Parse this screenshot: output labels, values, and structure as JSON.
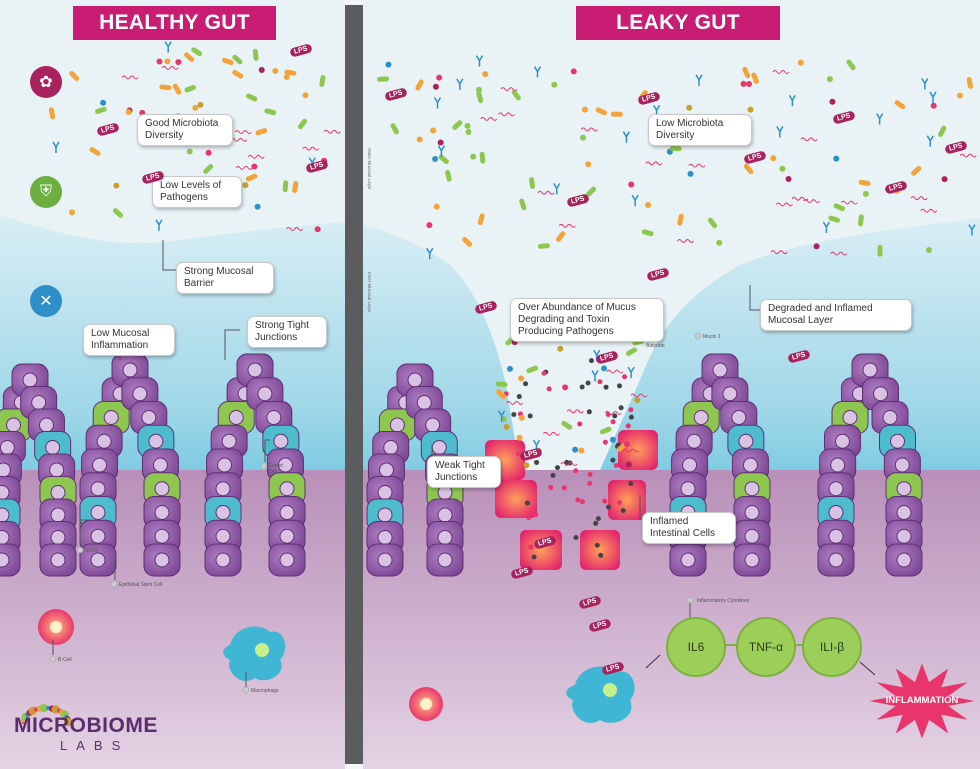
{
  "healthy": {
    "title": "HEALTHY GUT",
    "callouts": {
      "diversity": "Good Microbiota Diversity",
      "pathogens": "Low Levels of Pathogens",
      "barrier": "Strong Mucosal Barrier",
      "inflammation": "Low Mucosal Inflammation",
      "junctions": "Strong Tight Junctions"
    },
    "small_labels": {
      "goblet": "Goblet Cell",
      "scfa": "SCFA",
      "stem": "Epithelial Stem Cell",
      "bcell": "B-Cell",
      "macrophage": "Macrophage"
    },
    "icons": [
      "microbiome-icon",
      "shield-icon",
      "repair-tools-icon"
    ],
    "colors": {
      "icon1": "#a8235e",
      "icon2": "#6cae3f",
      "icon3": "#2e8fc9"
    }
  },
  "leaky": {
    "title": "LEAKY GUT",
    "callouts": {
      "diversity": "Low Microbiota Diversity",
      "abundance": "Over Abundance of Mucus Degrading and Toxin Producing Pathogens",
      "degraded": "Degraded and Inflamed Mucosal Layer",
      "weak": "Weak Tight Junctions",
      "inflamed": "Inflamed Intestinal Cells"
    },
    "small_labels": {
      "butyrate": "Butyrate",
      "mucin": "Mucin 2",
      "cytokines": "Inflammatory Cytokines",
      "outer": "Outer Mucosal Layer",
      "inner": "Inner Mucosal Layer"
    },
    "cytokines": [
      "IL6",
      "TNF-α",
      "ILI-β"
    ],
    "inflammation": "INFLAMMATION"
  },
  "lps_label": "LPS",
  "logo": {
    "top": "MICROBIOME",
    "bottom": "LABS"
  },
  "colors": {
    "banner": "#c81d73",
    "lumen": "#e6f1f4",
    "mucus": "#5dc3dd",
    "tissue": "#c9a8c6",
    "villus_cell": "#9460a6",
    "goblet": "#4dbccd",
    "green_cell": "#8ec74f",
    "inflamed_cell": "#e8356b",
    "divider": "#5a5c5e"
  }
}
